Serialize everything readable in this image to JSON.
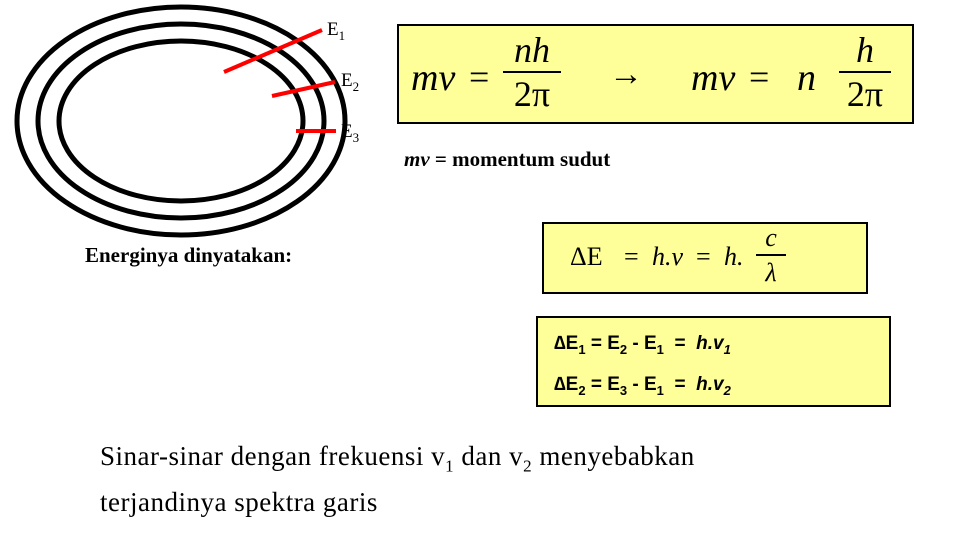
{
  "orbits": {
    "labels": [
      "E",
      "E",
      "E"
    ],
    "subscripts": [
      "1",
      "2",
      "3"
    ],
    "line_color": "#ff0000"
  },
  "formula_top": {
    "lhs1": "mv",
    "eq1": "=",
    "num1": "nh",
    "den1": "2π",
    "arrow": "→",
    "lhs2": "mv",
    "eq2": "=",
    "n": "n",
    "num2": "h",
    "den2": "2π"
  },
  "caption": {
    "term": "mv",
    "rest": " = momentum sudut"
  },
  "energy_label": "Energinya dinyatakan:",
  "formula_mid": {
    "delta_e": "ΔE",
    "eq1": "=",
    "hv": "h.v",
    "eq2": "=",
    "h": "h.",
    "num": "c",
    "den": "λ"
  },
  "formula_low": {
    "line1": {
      "delta": "∆E",
      "s1": "1",
      "mid": " = E",
      "s2": "2",
      "minus": " - E",
      "s3": "1",
      "eq": "  =  ",
      "hv": "h.v",
      "s4": "1"
    },
    "line2": {
      "delta": "∆E",
      "s1": "2",
      "mid": " = E",
      "s2": "3",
      "minus": " - E",
      "s3": "1",
      "eq": "  =  ",
      "hv": "h.v",
      "s4": "2"
    }
  },
  "bottom_text": {
    "part1": "Sinar-sinar dengan frekuensi v",
    "s1": "1",
    "part2": " dan v",
    "s2": "2",
    "part3": " menyebabkan",
    "line2": "terjandinya spektra garis"
  },
  "colors": {
    "box_fill": "#ffff99",
    "pointer_line": "#ff0000"
  }
}
